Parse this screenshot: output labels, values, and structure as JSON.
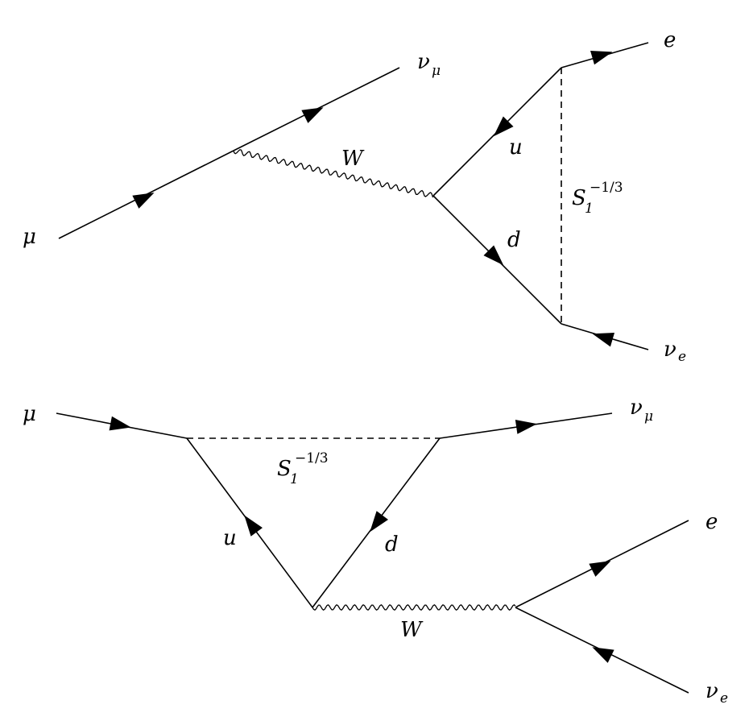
{
  "diagrams": [
    {
      "labels": {
        "muon": "μ",
        "nu_mu_base": "ν",
        "nu_mu_sub": "μ",
        "w": "W",
        "e": "e",
        "nu_e_base": "ν",
        "nu_e_sub": "e",
        "u": "u",
        "d": "d",
        "leptoquark_base": "S",
        "leptoquark_sub": "1",
        "leptoquark_sup": "−1/3"
      }
    },
    {
      "labels": {
        "muon": "μ",
        "nu_mu_base": "ν",
        "nu_mu_sub": "μ",
        "w": "W",
        "e": "e",
        "nu_e_base": "ν",
        "nu_e_sub": "e",
        "u": "u",
        "d": "d",
        "leptoquark_base": "S",
        "leptoquark_sub": "1",
        "leptoquark_sup": "−1/3"
      }
    }
  ]
}
